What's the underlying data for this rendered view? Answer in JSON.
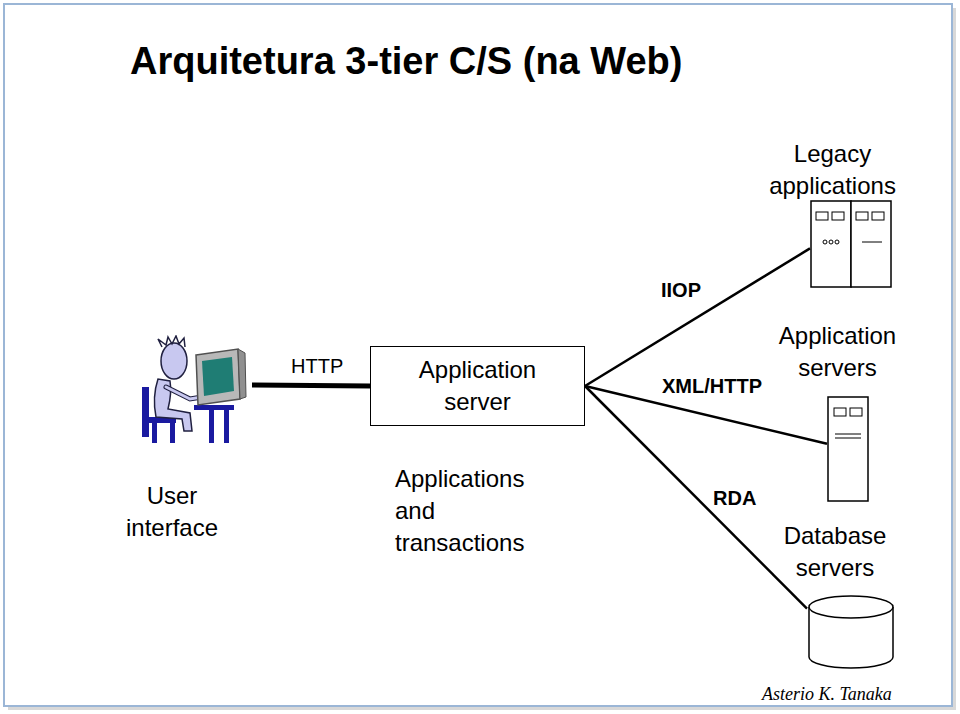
{
  "diagram": {
    "title": "Arquitetura 3-tier C/S (na Web)",
    "nodes": [
      {
        "text": [
          "User interface"
        ]
      },
      {
        "text": [
          "Application server"
        ]
      },
      {
        "text": [
          "Legacy applications"
        ]
      },
      {
        "text": [
          "Application servers"
        ]
      },
      {
        "text": [
          "Database servers"
        ]
      }
    ],
    "edges": [
      {
        "from": 0,
        "to": 1,
        "label": "HTTP",
        "arrow": "none"
      },
      {
        "from": 1,
        "to": 2,
        "label": "IIOP",
        "arrow": "none"
      },
      {
        "from": 1,
        "to": 3,
        "label": "XML/HTTP",
        "arrow": "none"
      },
      {
        "from": 1,
        "to": 4,
        "label": "RDA",
        "arrow": "none"
      }
    ],
    "labels": [
      "Applications and transactions",
      "Asterio K. Tanaka"
    ]
  }
}
